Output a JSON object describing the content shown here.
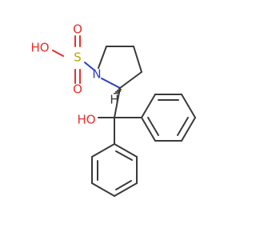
{
  "molecule": {
    "atoms": {
      "o_sulfonyl_top": "O",
      "o_sulfonyl_bottom": "O",
      "o_hydroxy_sulfonic": "HO",
      "sulfur": "S",
      "nitrogen": "N",
      "stereo_h": "H",
      "o_hydroxy_carbinol": "HO"
    },
    "colors": {
      "bond": "#3a3a3a",
      "oxygen": "#e8302a",
      "nitrogen": "#2a3fbf",
      "sulfur": "#b5a800"
    }
  }
}
